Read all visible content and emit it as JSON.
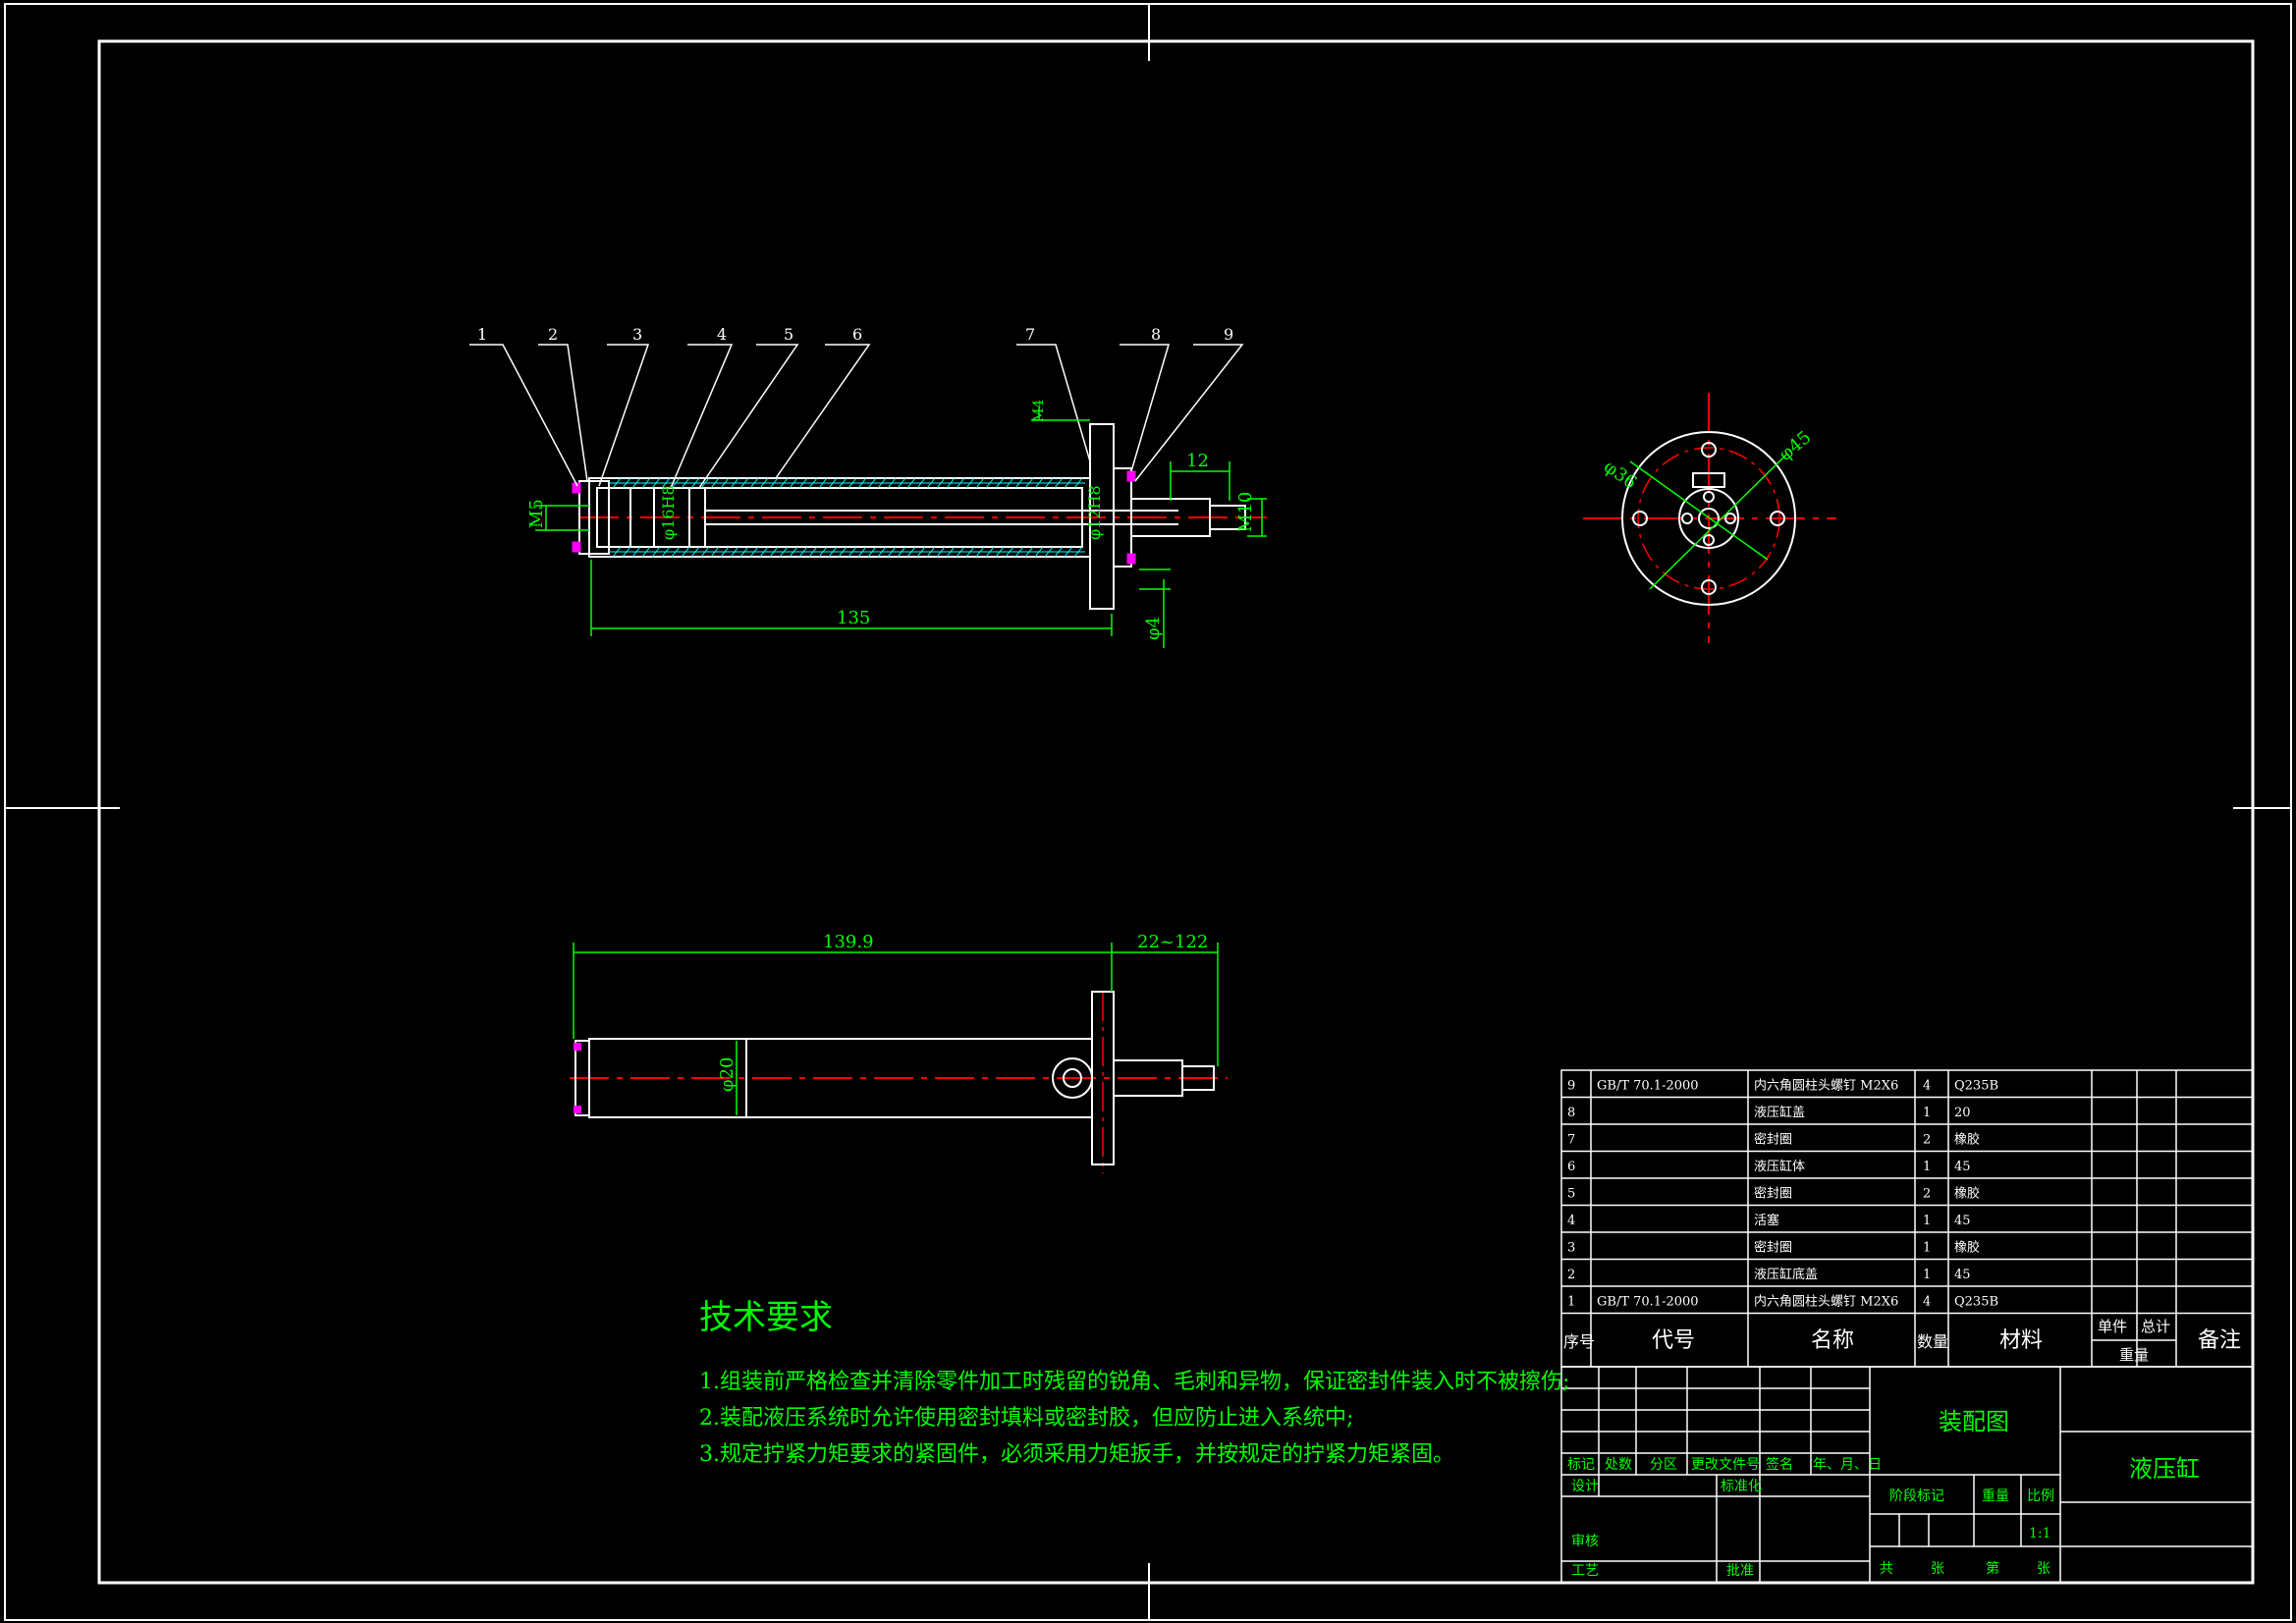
{
  "colors": {
    "background": "#000000",
    "frame": "#ffffff",
    "dimension": "#00ff00",
    "centerline": "#ff0000",
    "hatch": "#00ffff",
    "bolt": "#ff00ff",
    "note": "#00ff00"
  },
  "balloons": [
    "1",
    "2",
    "3",
    "4",
    "5",
    "6",
    "7",
    "8",
    "9"
  ],
  "dims": {
    "d135": "135",
    "d12": "12",
    "dM10": "M10",
    "dM5": "M5",
    "dphi4": "φ4",
    "dphi16": "φ16H8",
    "dphi12": "φ12H8",
    "dM4": "M4",
    "dphi36": "φ36",
    "dphi45": "φ45",
    "d139": "139.9",
    "dstroke": "22~122",
    "dphi20": "φ20"
  },
  "tech": {
    "title": "技术要求",
    "lines": [
      "1.组装前严格检查并清除零件加工时残留的锐角、毛刺和异物，保证密封件装入时不被擦伤;",
      "2.装配液压系统时允许使用密封填料或密封胶，但应防止进入系统中;",
      "3.规定拧紧力矩要求的紧固件，必须采用力矩扳手，并按规定的拧紧力矩紧固。"
    ]
  },
  "bom": {
    "rows": [
      {
        "no": "9",
        "code": "GB/T 70.1-2000",
        "name": "内六角圆柱头螺钉 M2X6",
        "qty": "4",
        "material": "Q235B"
      },
      {
        "no": "8",
        "code": "",
        "name": "液压缸盖",
        "qty": "1",
        "material": "20"
      },
      {
        "no": "7",
        "code": "",
        "name": "密封圈",
        "qty": "2",
        "material": "橡胶"
      },
      {
        "no": "6",
        "code": "",
        "name": "液压缸体",
        "qty": "1",
        "material": "45"
      },
      {
        "no": "5",
        "code": "",
        "name": "密封圈",
        "qty": "2",
        "material": "橡胶"
      },
      {
        "no": "4",
        "code": "",
        "name": "活塞",
        "qty": "1",
        "material": "45"
      },
      {
        "no": "3",
        "code": "",
        "name": "密封圈",
        "qty": "1",
        "material": "橡胶"
      },
      {
        "no": "2",
        "code": "",
        "name": "液压缸底盖",
        "qty": "1",
        "material": "45"
      },
      {
        "no": "1",
        "code": "GB/T 70.1-2000",
        "name": "内六角圆柱头螺钉 M2X6",
        "qty": "4",
        "material": "Q235B"
      }
    ],
    "header": {
      "no": "序号",
      "code": "代号",
      "name": "名称",
      "qty": "数量",
      "material": "材料",
      "unit": "单件",
      "total": "总计",
      "weight": "重量",
      "remark": "备注"
    }
  },
  "title_block": {
    "drawing_type": "装配图",
    "part_name": "液压缸",
    "rev_labels": [
      "标记",
      "处数",
      "分区",
      "更改文件号",
      "签名",
      "年、月、日"
    ],
    "design": "设计",
    "standardize": "标准化",
    "review": "审核",
    "process": "工艺",
    "approve": "批准",
    "stage_mark": "阶段标记",
    "weight": "重量",
    "scale_label": "比例",
    "scale": "1:1",
    "sheet_total": "共",
    "sheet_unit1": "张",
    "sheet_no": "第",
    "sheet_unit2": "张"
  }
}
